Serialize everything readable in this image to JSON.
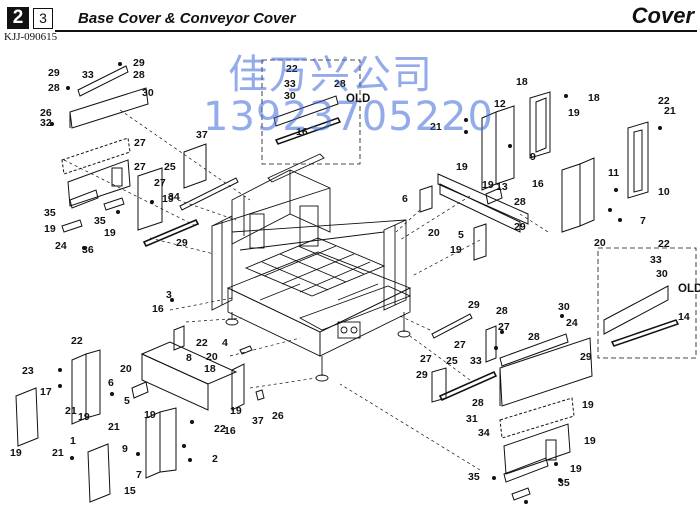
{
  "header": {
    "page_number": "2",
    "sub_page": "3",
    "title": "Base Cover & Conveyor Cover",
    "section": "Cover",
    "doc_code": "KJJ-090615"
  },
  "watermark": {
    "line1": "佳万兴公司",
    "line2": "13923705220"
  },
  "insets": {
    "old_label": "OLD"
  },
  "part_labels": [
    "29",
    "28",
    "33",
    "30",
    "29",
    "28",
    "32",
    "26",
    "27",
    "37",
    "25",
    "27",
    "27",
    "19",
    "34",
    "35",
    "19",
    "35",
    "19",
    "24",
    "36",
    "29",
    "28",
    "33",
    "30",
    "OLD",
    "16",
    "22",
    "21",
    "12",
    "9",
    "19",
    "13",
    "19",
    "18",
    "18",
    "19",
    "22",
    "21",
    "11",
    "16",
    "10",
    "7",
    "20",
    "6",
    "20",
    "5",
    "19",
    "29",
    "28",
    "33",
    "30",
    "OLD",
    "14",
    "22",
    "3",
    "16",
    "22",
    "23",
    "17",
    "21",
    "19",
    "21",
    "20",
    "6",
    "22",
    "8",
    "20",
    "4",
    "18",
    "19",
    "1",
    "21",
    "19",
    "9",
    "7",
    "5",
    "19",
    "16",
    "2",
    "22",
    "15",
    "37",
    "26",
    "29",
    "28",
    "27",
    "27",
    "27",
    "25",
    "33",
    "29",
    "28",
    "30",
    "24",
    "29",
    "28",
    "31",
    "34",
    "19",
    "19",
    "35",
    "35",
    "19"
  ]
}
